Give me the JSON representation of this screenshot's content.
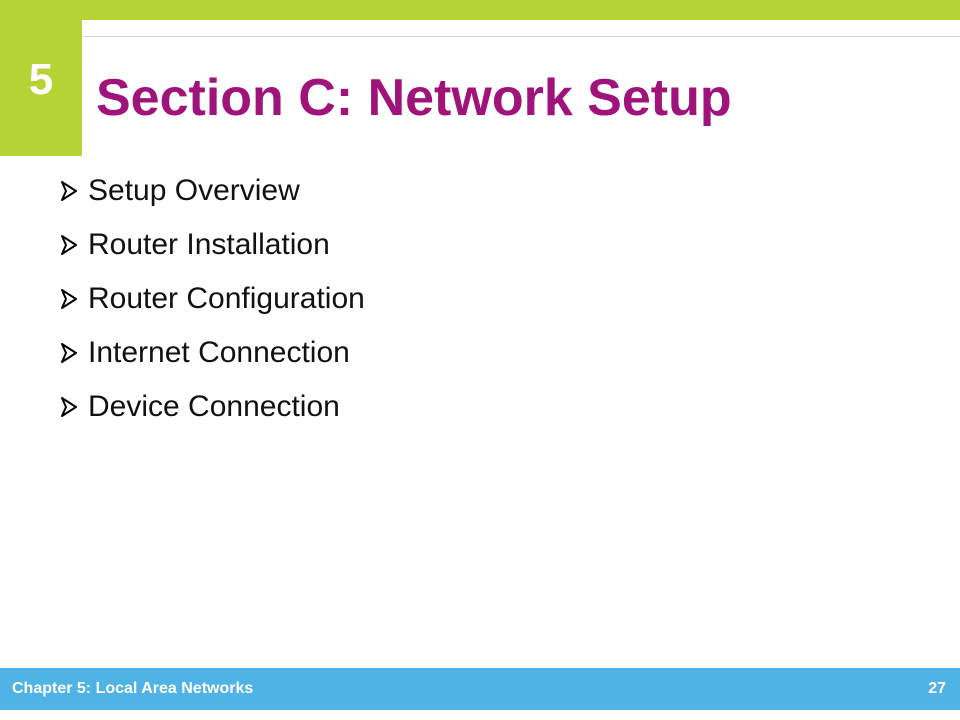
{
  "slide": {
    "chapter_number": "5",
    "title": "Section C: Network Setup",
    "bullet_icon": "arrow-bullet-icon",
    "bullets": [
      "Setup Overview",
      "Router Installation",
      "Router Configuration",
      "Internet Connection",
      "Device Connection"
    ]
  },
  "footer": {
    "chapter_title": "Chapter 5: Local Area Networks",
    "page_number": "27"
  },
  "colors": {
    "accent_green": "#b5d334",
    "title_magenta": "#a0137a",
    "footer_blue": "#4fb3e5"
  }
}
